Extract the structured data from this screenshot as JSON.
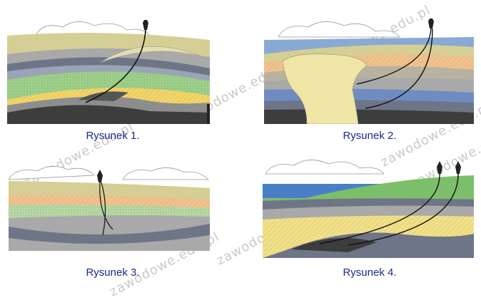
{
  "captions": {
    "fig1": "Rysunek 1.",
    "fig2": "Rysunek 2.",
    "fig3": "Rysunek 3.",
    "fig4": "Rysunek 4."
  },
  "watermarks": [
    "zawodowe.edu.pl",
    "zawodowe.edu.pl",
    "zawodowe.edu.pl",
    "zawodowe.edu.pl",
    "zawodowe.edu.pl",
    "zawodowe.edu.pl",
    "zawodowe.edu.pl"
  ],
  "colors": {
    "caption_text": "#1a2a8a",
    "layer_tan": "#d6cf95",
    "layer_gray": "#a9a9a9",
    "layer_slate": "#6e7587",
    "layer_green": "#9fd08c",
    "layer_yellow": "#f1d46a",
    "layer_orange": "#efc28e",
    "layer_dark": "#3d3d3d",
    "layer_blue": "#6f8cc2",
    "sea": "#4a7fc8"
  }
}
